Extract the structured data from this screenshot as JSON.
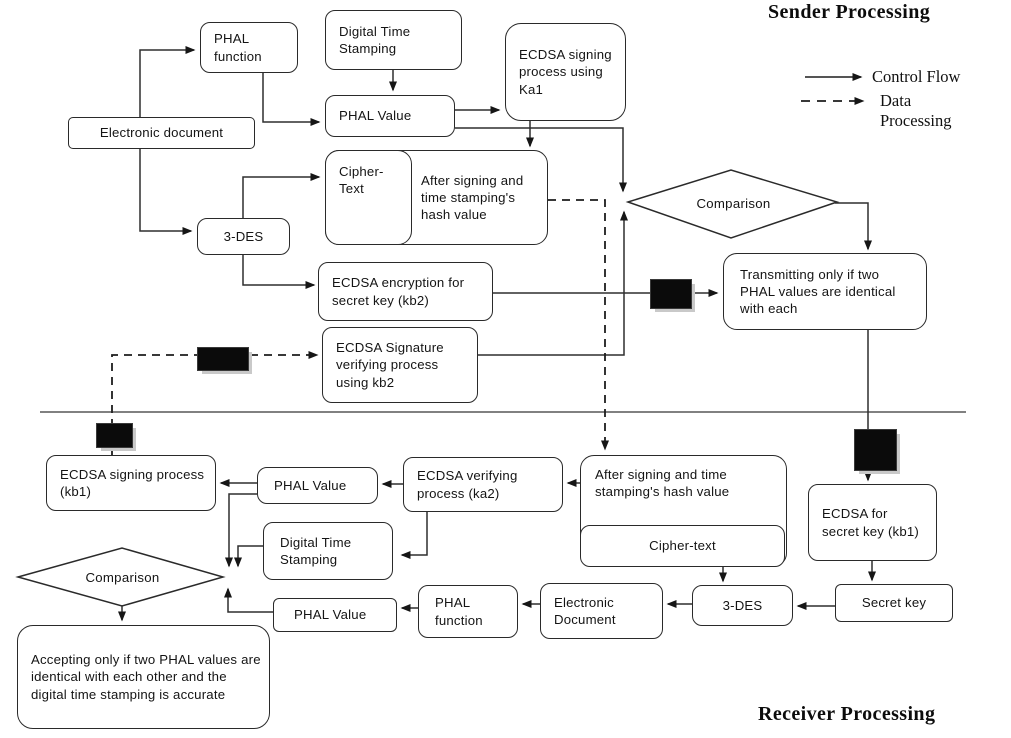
{
  "titles": {
    "sender": "Sender Processing",
    "receiver": "Receiver Processing"
  },
  "legend": {
    "control_flow": "Control Flow",
    "data_processing": "Data Processing"
  },
  "nodes": {
    "phal_function_s": "PHAL function",
    "digital_time_stamping_s": "Digital Time Stamping",
    "electronic_document_s": "Electronic document",
    "phal_value_s": "PHAL Value",
    "ecdsa_signing_ka1": "ECDSA signing process using Ka1",
    "cipher_text_s": "Cipher- Text",
    "after_signing_s": "After signing and time stamping's hash value",
    "three_des_s": "3-DES",
    "ecdsa_encryption_kb2": "ECDSA encryption for secret key (kb2)",
    "ecdsa_signature_verifying_kb2": "ECDSA Signature verifying process using kb2",
    "comparison_s": "Comparison",
    "transmitting": "Transmitting only if two PHAL values are identical with each",
    "ecdsa_signing_kb1": "ECDSA signing process (kb1)",
    "phal_value_r1": "PHAL Value",
    "digital_time_stamping_r": "Digital Time Stamping",
    "comparison_r": "Comparison",
    "accepting": "Accepting only if two PHAL values are identical with each other and the digital time stamping is accurate",
    "phal_value_r2": "PHAL Value",
    "ecdsa_verifying_ka2": "ECDSA verifying process (ka2)",
    "after_signing_r": "After signing and time stamping's hash value",
    "cipher_text_r": "Cipher-text",
    "phal_function_r": "PHAL function",
    "electronic_document_r": "Electronic Document",
    "three_des_r": "3-DES",
    "ecdsa_secret_kb1": "ECDSA for secret key (kb1)",
    "secret_key": "Secret key"
  },
  "colors": {
    "stroke": "#2f2f2f",
    "node_fill": "#ffffff",
    "black_block": "#0b0b0b",
    "block_shadow": "#c9c9c9",
    "divider": "#6f6f6f"
  }
}
